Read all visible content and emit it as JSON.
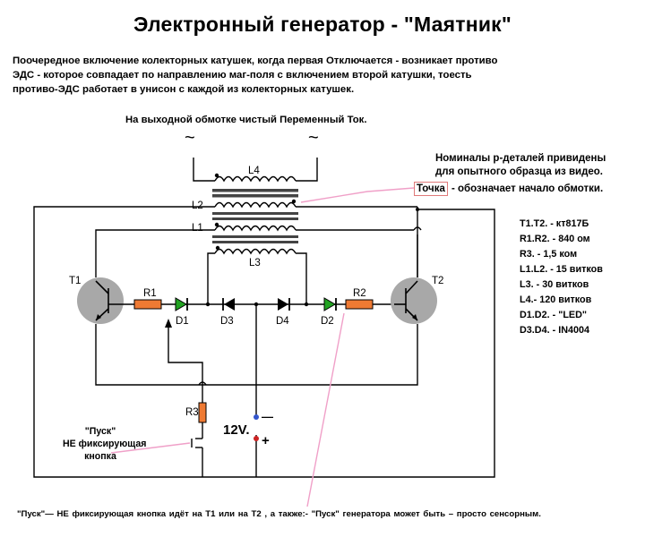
{
  "title": "Электронный генератор - \"Маятник\"",
  "intro": [
    "Поочередное включение колекторных катушек, когда первая Отключается - возникает противо",
    "ЭДС - которое совпадает  по направлению маг-поля с включением второй катушки, тоесть",
    "противо-ЭДС работает в унисон с каждой из колекторных катушек."
  ],
  "output_note": "На выходной обмотке чистый Переменный Ток.",
  "nominal_note": [
    "Номиналы р-деталей привидены",
    "для опытного образца из видео."
  ],
  "dot_note": {
    "word": "Точка",
    "rest": " - обозначает начало обмотки."
  },
  "specs": [
    "T1.T2. - кт817Б",
    "R1.R2. - 840 ом",
    "R3. - 1,5 ком",
    "L1.L2. - 15 витков",
    "L3. - 30 витков",
    "L4.- 120 витков",
    "D1.D2. - \"LED\"",
    "D3.D4. - IN4004"
  ],
  "components": {
    "L4": "L4",
    "L2": "L2",
    "L1": "L1",
    "L3": "L3",
    "T1": "T1",
    "T2": "T2",
    "R1": "R1",
    "R2": "R2",
    "R3": "R3",
    "D1": "D1",
    "D2": "D2",
    "D3": "D3",
    "D4": "D4",
    "ac_left": "~",
    "ac_right": "~",
    "minus": "—",
    "plus": "+"
  },
  "voltage": "12V.",
  "button_note": [
    "\"Пуск\"",
    "НЕ фиксирующая",
    "кнопка"
  ],
  "footer": "\"Пуск\"— НЕ фиксирующая  кнопка  идёт на T1 или на T2 , а также:- \"Пуск\" генератора может  быть – просто  сенсорным.",
  "colors": {
    "resistor": "#ef7a33",
    "led": "#22a322",
    "pointer": "#f0a0c8",
    "dot_box": "#e07a7a",
    "transistor": "#a8a8a8",
    "minus_dot": "#3355cc",
    "plus_dot": "#cc2222"
  }
}
